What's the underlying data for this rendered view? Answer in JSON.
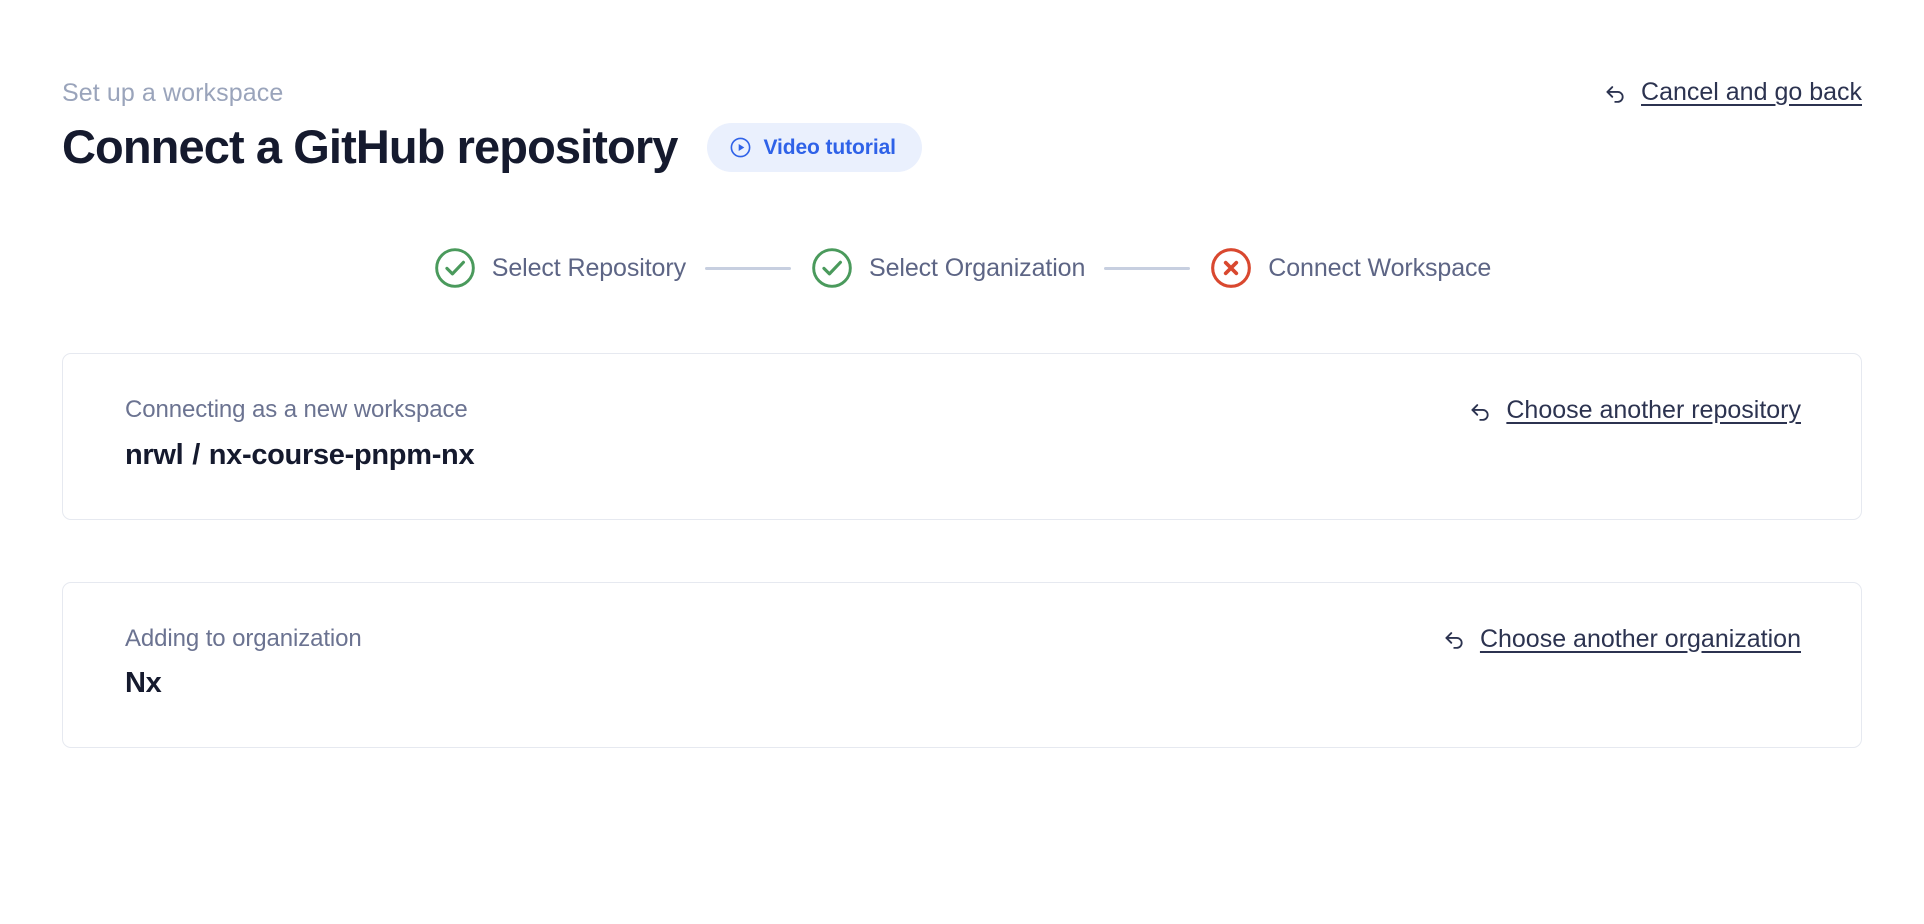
{
  "header": {
    "eyebrow": "Set up a workspace",
    "title": "Connect a GitHub repository",
    "video_badge_label": "Video tutorial",
    "video_badge_icon": "play-circle-icon",
    "cancel_label": "Cancel and go back",
    "cancel_icon": "back-arrow-icon",
    "accent_color": "#2f62e8",
    "badge_background": "#eaf0fd"
  },
  "stepper": {
    "steps": [
      {
        "label": "Select Repository",
        "state": "complete",
        "icon": "check-circle-icon",
        "color": "#4a9a5c"
      },
      {
        "label": "Select Organization",
        "state": "complete",
        "icon": "check-circle-icon",
        "color": "#4a9a5c"
      },
      {
        "label": "Connect Workspace",
        "state": "error",
        "icon": "x-circle-icon",
        "color": "#d9482f"
      }
    ],
    "connector_color": "#c7cfe0",
    "label_color": "#5d6585"
  },
  "cards": [
    {
      "label": "Connecting as a new workspace",
      "value_owner": "nrwl",
      "value_separator": "/",
      "value_name": "nx-course-pnpm-nx",
      "action_label": "Choose another repository",
      "action_icon": "back-arrow-icon"
    },
    {
      "label": "Adding to organization",
      "value_owner": "",
      "value_separator": "",
      "value_name": "Nx",
      "action_label": "Choose another organization",
      "action_icon": "back-arrow-icon"
    }
  ]
}
